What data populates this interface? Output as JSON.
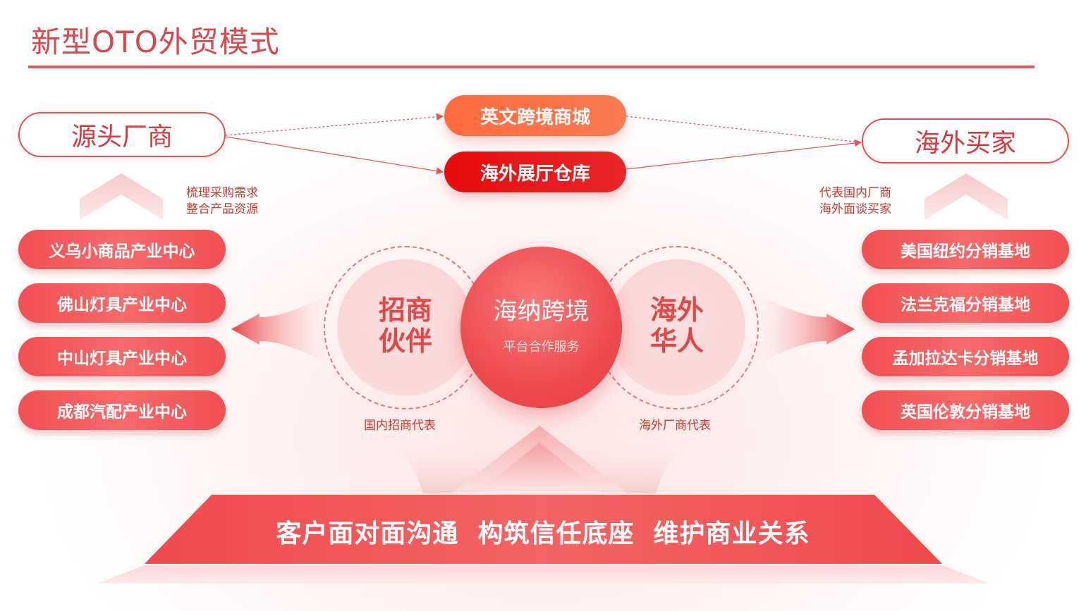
{
  "title": "新型OTO外贸模式",
  "source_label": "源头厂商",
  "buyer_label": "海外买家",
  "channels": [
    "英文跨境商城",
    "海外展厅仓库"
  ],
  "left_note": [
    "梳理采购需求",
    "整合产品资源"
  ],
  "right_note": [
    "代表国内厂商",
    "海外面谈买家"
  ],
  "left_items": [
    "义乌小商品产业中心",
    "佛山灯具产业中心",
    "中山灯具产业中心",
    "成都汽配产业中心"
  ],
  "right_items": [
    "美国纽约分销基地",
    "法兰克福分销基地",
    "孟加拉达卡分销基地",
    "英国伦敦分销基地"
  ],
  "center": {
    "title": "海纳跨境",
    "subtitle": "平台合作服务"
  },
  "left_partner": {
    "line1": "招商",
    "line2": "伙伴",
    "caption": "国内招商代表"
  },
  "right_partner": {
    "line1": "海外",
    "line2": "华人",
    "caption": "海外厂商代表"
  },
  "banner": "客户面对面沟通  构筑信任底座  维护商业关系",
  "colors": {
    "accent": "#e8565a",
    "pill": "#f24f52",
    "orange": "#ff6a3d",
    "red": "#e80c0c"
  }
}
